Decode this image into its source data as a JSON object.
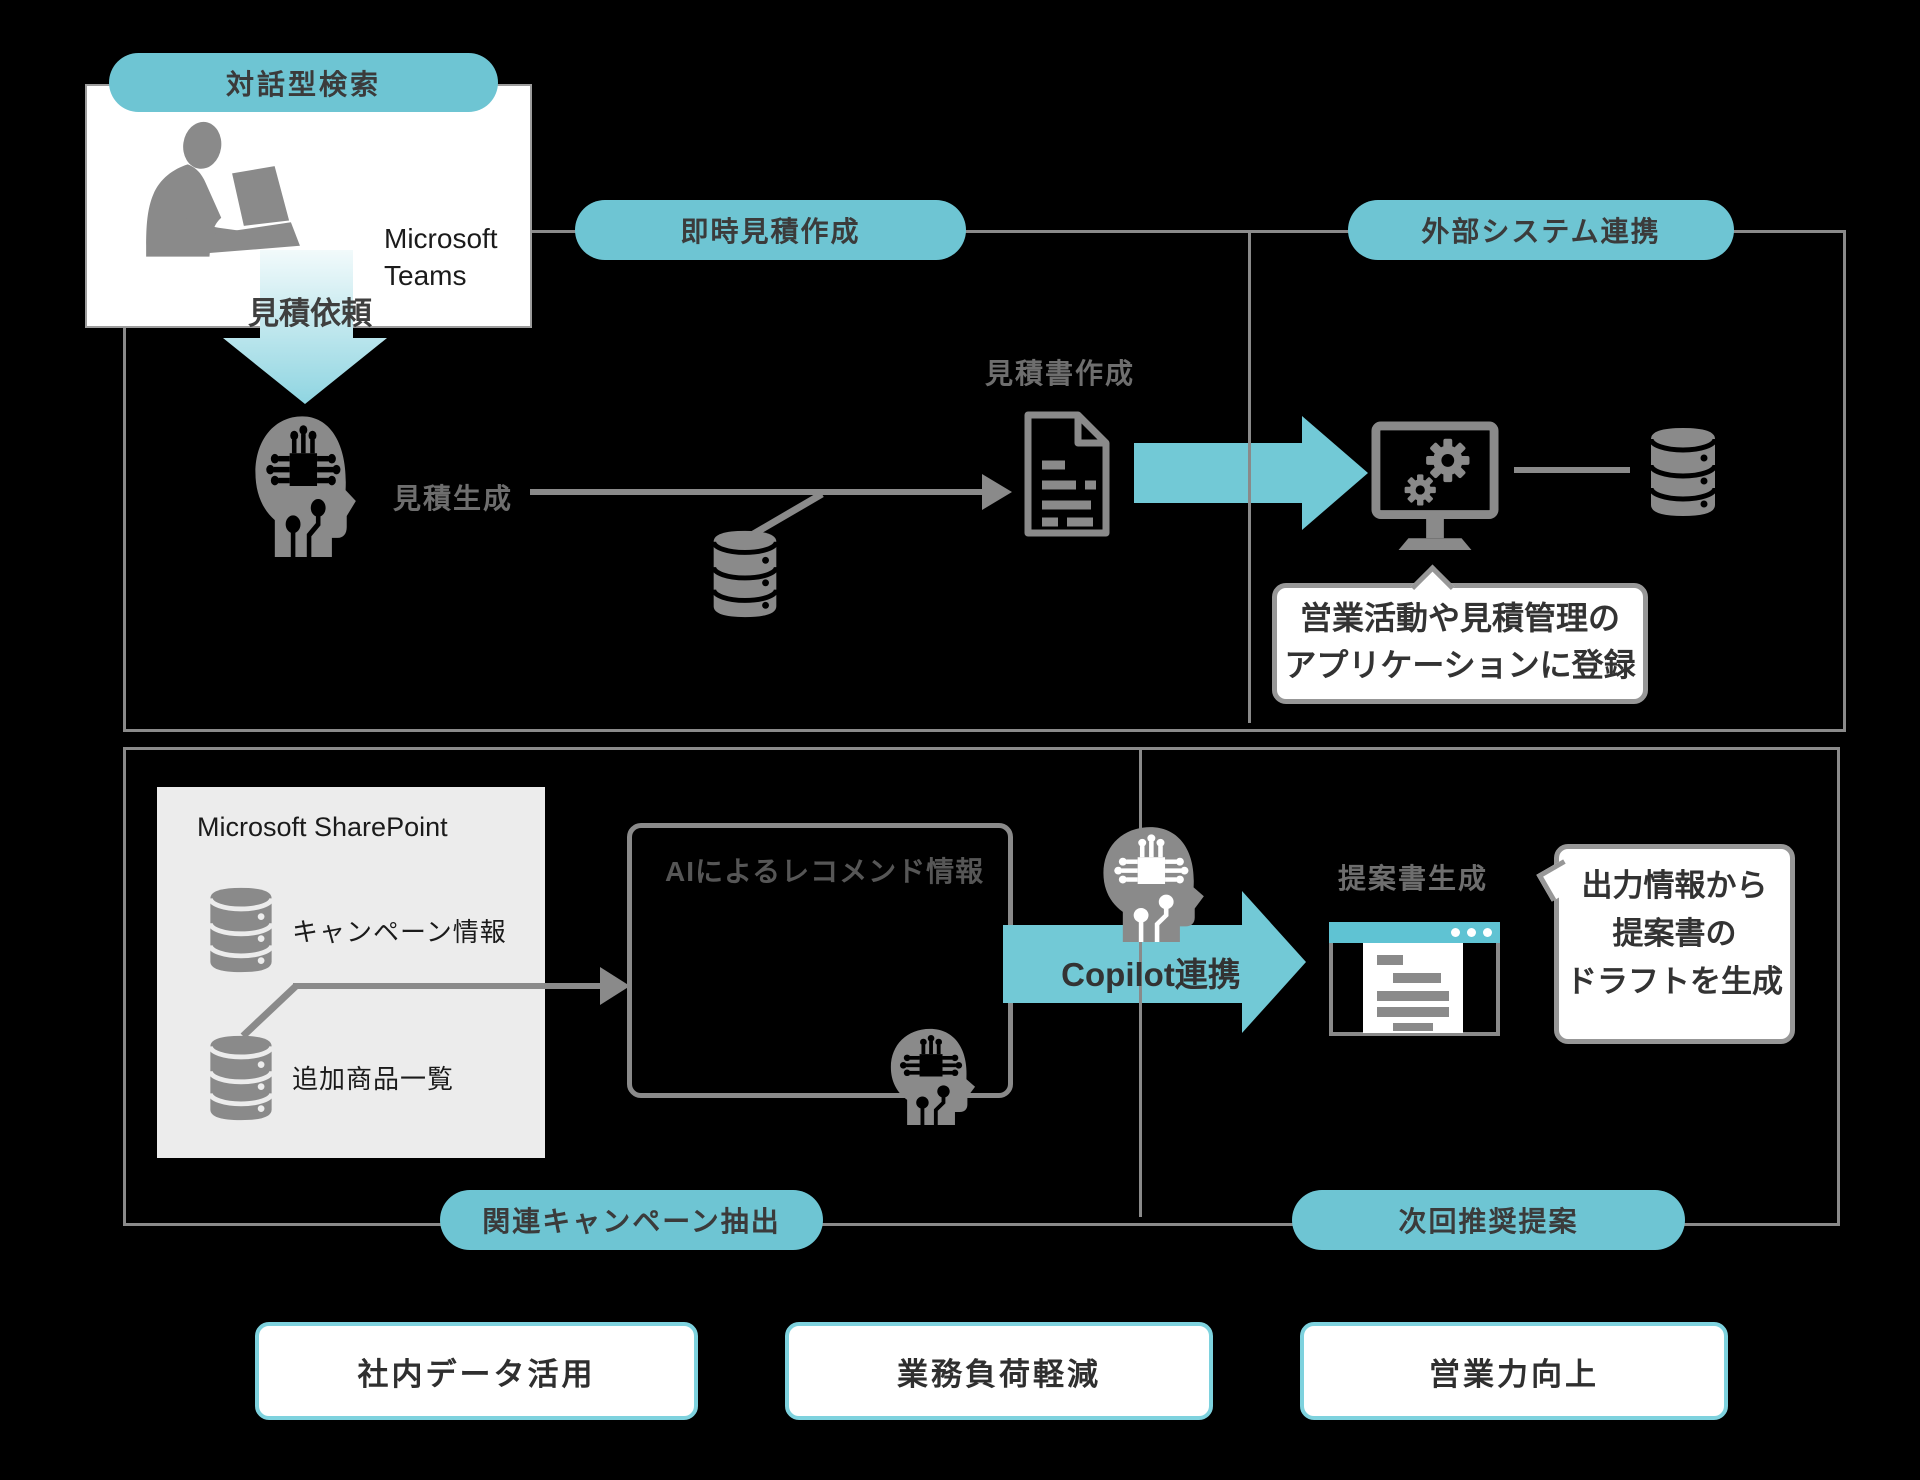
{
  "colors": {
    "accent_cyan": "#6ec5d3",
    "arrow_cyan": "#72c9d6",
    "icon_gray": "#8a8a8a",
    "label_gray": "#6e6e6e",
    "dark_text": "#3b3b3b",
    "sharepoint_card_bg": "#ececec",
    "background": "#000000"
  },
  "teams_card": {
    "badge": "対話型検索",
    "app_name": "Microsoft Teams",
    "arrow_label": "見積依頼"
  },
  "quote_flow": {
    "section_pill": "即時見積作成",
    "generate_label": "見積生成",
    "document_label": "見積書作成"
  },
  "external": {
    "section_pill": "外部システム連携",
    "callout_line1": "営業活動や見積管理の",
    "callout_line2": "アプリケーションに登録"
  },
  "recommend_flow": {
    "section_pill": "関連キャンペーン抽出",
    "sharepoint_title": "Microsoft SharePoint",
    "campaign_label": "キャンペーン情報",
    "products_label": "追加商品一覧",
    "ai_box_title": "AIによるレコメンド情報",
    "copilot_label": "Copilot連携"
  },
  "proposal": {
    "section_pill": "次回推奨提案",
    "proposal_label": "提案書生成",
    "callout_line1": "出力情報から",
    "callout_line2": "提案書の",
    "callout_line3": "ドラフトを生成"
  },
  "benefits": [
    "社内データ活用",
    "業務負荷軽減",
    "営業力向上"
  ]
}
